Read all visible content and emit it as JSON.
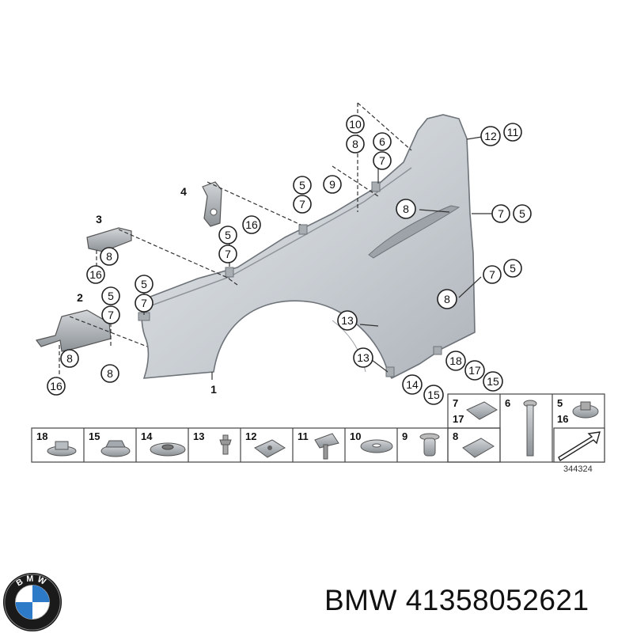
{
  "brand": "BMW",
  "part_number": "41358052621",
  "diagram_ref": "344324",
  "logo_text": "BMW",
  "callouts": {
    "c10": "10",
    "c8a": "8",
    "c6": "6",
    "c7a": "7",
    "c12": "12",
    "c11": "11",
    "c9": "9",
    "c5a": "5",
    "c7b": "7",
    "c4": "4",
    "c16a": "16",
    "c3": "3",
    "c8b": "8",
    "c16b": "16",
    "c5b": "5",
    "c7c": "7",
    "c5c": "5",
    "c7d": "7",
    "c2": "2",
    "c5d": "5",
    "c7e": "7",
    "c8c": "8",
    "c16c": "16",
    "c8d": "8",
    "c8e": "8",
    "c7f": "7",
    "c5e": "5",
    "c8f": "8",
    "c7g": "7",
    "c5f": "5",
    "c13a": "13",
    "c13b": "13",
    "c18": "18",
    "c17": "17",
    "c15a": "15",
    "c14": "14",
    "c15b": "15",
    "c1": "1"
  },
  "parts_table": [
    {
      "num": "18"
    },
    {
      "num": "15"
    },
    {
      "num": "14"
    },
    {
      "num": "13"
    },
    {
      "num": "12"
    },
    {
      "num": "11"
    },
    {
      "num": "10"
    },
    {
      "num": "9"
    },
    {
      "num": "8"
    }
  ],
  "parts_upper": [
    {
      "num": "7",
      "num2": "17"
    },
    {
      "num": "6"
    },
    {
      "num": "5",
      "num2": "16"
    }
  ]
}
